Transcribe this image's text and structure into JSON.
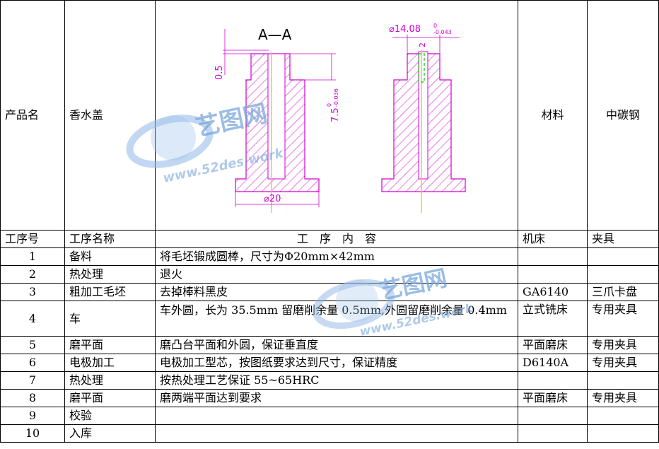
{
  "header": {
    "product_label": "产品名",
    "product_value": "香水盖",
    "material_label": "材料",
    "material_value": "中碳钢"
  },
  "drawing": {
    "section_title": "A—A",
    "dim_thickness": "0.5",
    "dim_height": "7.5",
    "dim_height_tol": "0",
    "dim_height_tol_low": "-0.036",
    "dim_base_dia": "⌀20",
    "dim_top_dia": "⌀14.08",
    "dim_top_tol_up": "0",
    "dim_top_tol_low": "-0.043",
    "dim_slot": "2"
  },
  "watermark": {
    "brand": "艺图网",
    "url": "www.52des.work"
  },
  "columns": {
    "no": "工序号",
    "name": "工序名称",
    "content": "工　序　内　容",
    "machine": "机床",
    "fixture": "夹具"
  },
  "rows": [
    {
      "no": "1",
      "name": "备料",
      "content": "将毛坯锻成圆棒，尺寸为Φ20mm×42mm",
      "machine": "",
      "fixture": ""
    },
    {
      "no": "2",
      "name": "热处理",
      "content": "退火",
      "machine": "",
      "fixture": ""
    },
    {
      "no": "3",
      "name": "粗加工毛坯",
      "content": "去掉棒料黑皮",
      "machine": "GA6140",
      "fixture": "三爪卡盘"
    },
    {
      "no": "4",
      "name": "车",
      "content": "车外圆，长为 35.5mm 留磨削余量 0.5mm,外圆留磨削余量 0.4mm",
      "machine": "立式铣床",
      "fixture": "专用夹具"
    },
    {
      "no": "5",
      "name": "磨平面",
      "content": "磨凸台平面和外圆，保证垂直度",
      "machine": "平面磨床",
      "fixture": "专用夹具"
    },
    {
      "no": "6",
      "name": "电极加工",
      "content": "电极加工型芯，按图纸要求达到尺寸，保证精度",
      "machine": "D6140A",
      "fixture": "专用夹具"
    },
    {
      "no": "7",
      "name": "热处理",
      "content": "按热处理工艺保证 55~65HRC",
      "machine": "",
      "fixture": ""
    },
    {
      "no": "8",
      "name": "磨平面",
      "content": "磨两端平面达到要求",
      "machine": "平面磨床",
      "fixture": "专用夹具"
    },
    {
      "no": "9",
      "name": "校验",
      "content": "",
      "machine": "",
      "fixture": ""
    },
    {
      "no": "10",
      "name": "入库",
      "content": "",
      "machine": "",
      "fixture": ""
    }
  ]
}
